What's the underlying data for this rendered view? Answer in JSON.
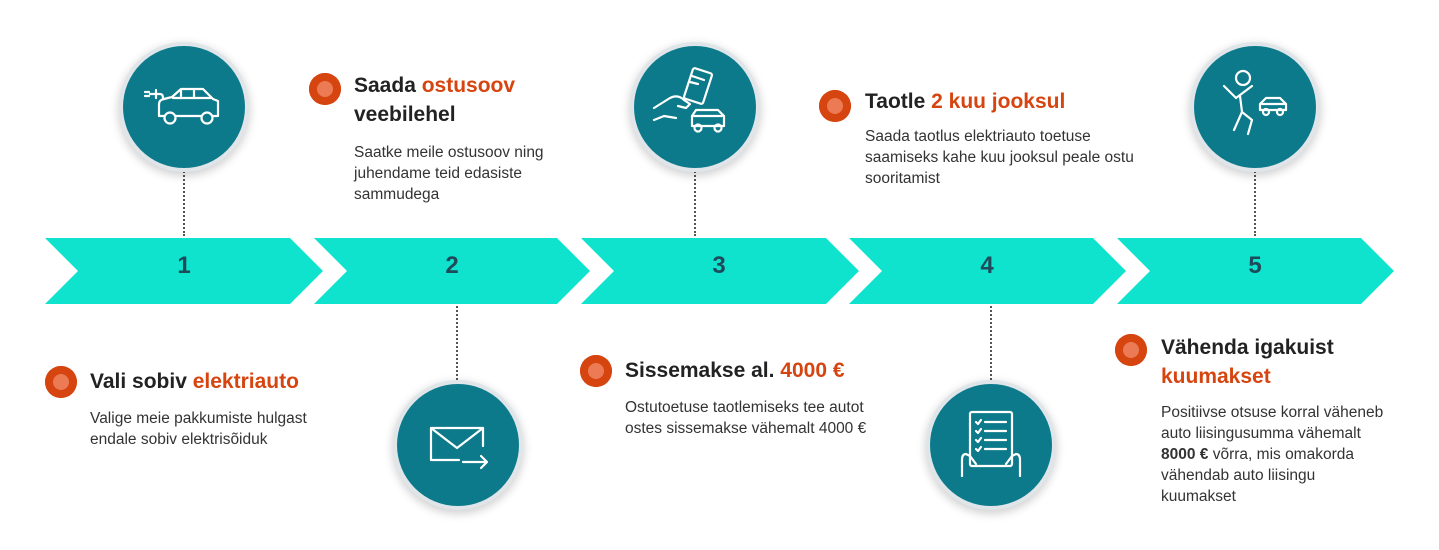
{
  "colors": {
    "chevron": "#0fe3cd",
    "circle": "#0c7a8a",
    "accent": "#d64510",
    "number": "#1e4a5a"
  },
  "steps": [
    {
      "number": "1",
      "icon": "ev-car-plug-icon",
      "heading_plain": "Vali sobiv ",
      "heading_highlight": "elektriauto",
      "description": "Valige meie pakkumiste hulgast endale sobiv elektrisõiduk"
    },
    {
      "number": "2",
      "icon": "envelope-send-icon",
      "heading_plain": "Saada ",
      "heading_highlight": "ostusoov",
      "heading_line2": "veebilehel",
      "description": "Saatke meile ostusoov ning juhendame teid edasiste sammudega"
    },
    {
      "number": "3",
      "icon": "card-payment-car-icon",
      "heading_plain": "Sissemakse al. ",
      "heading_highlight": "4000 €",
      "description": "Ostutoetuse taotlemiseks tee autot ostes sissemakse vähemalt 4000 €"
    },
    {
      "number": "4",
      "icon": "checklist-form-icon",
      "heading_plain": "Taotle ",
      "heading_highlight": "2 kuu jooksul",
      "description": "Saada taotlus elektriauto toetuse saamiseks kahe kuu jooksul peale ostu sooritamist"
    },
    {
      "number": "5",
      "icon": "happy-person-car-icon",
      "heading_plain": "Vähenda igakuist",
      "heading_highlight": "kuumakset",
      "description_part1": "Positiivse otsuse korral väheneb auto liisingusumma vähemalt ",
      "description_bold": "8000 €",
      "description_part2": " võrra, mis omakorda vähendab auto liisingu kuumakset"
    }
  ]
}
